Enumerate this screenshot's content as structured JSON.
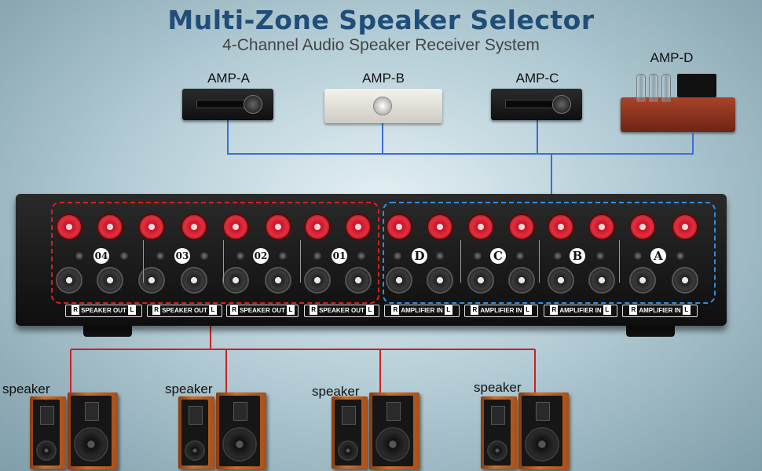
{
  "header": {
    "title": "Multi-Zone Speaker Selector",
    "subtitle": "4-Channel Audio Speaker Receiver System"
  },
  "amplifiers": [
    {
      "label": "AMP-A"
    },
    {
      "label": "AMP-B"
    },
    {
      "label": "AMP-C"
    },
    {
      "label": "AMP-D"
    }
  ],
  "device": {
    "speaker_out_channels": [
      "04",
      "03",
      "02",
      "01"
    ],
    "amplifier_in_channels": [
      "D",
      "C",
      "B",
      "A"
    ],
    "speaker_out_label": "SPEAKER OUT",
    "amplifier_in_label": "AMPLIFIER IN",
    "right_tag": "R",
    "left_tag": "L"
  },
  "speakers": [
    {
      "label": "speaker"
    },
    {
      "label": "speaker"
    },
    {
      "label": "speaker"
    },
    {
      "label": "speaker"
    }
  ],
  "colors": {
    "title": "#1f4e79",
    "amp_wiring": "#3a6fd8",
    "speaker_wiring": "#cc2222",
    "speaker_out_box": "#d62020",
    "amplifier_in_box": "#2f8fe0"
  }
}
